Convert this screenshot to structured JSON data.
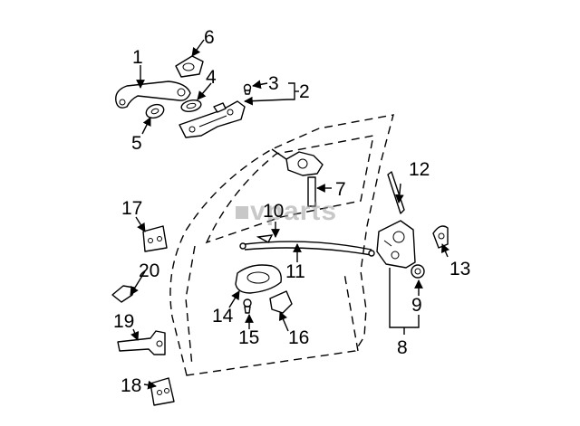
{
  "diagram": {
    "watermark": "vparts",
    "callouts": [
      {
        "id": "1",
        "label": "1"
      },
      {
        "id": "2",
        "label": "2"
      },
      {
        "id": "3",
        "label": "3"
      },
      {
        "id": "4",
        "label": "4"
      },
      {
        "id": "5",
        "label": "5"
      },
      {
        "id": "6",
        "label": "6"
      },
      {
        "id": "7",
        "label": "7"
      },
      {
        "id": "8",
        "label": "8"
      },
      {
        "id": "9",
        "label": "9"
      },
      {
        "id": "10",
        "label": "10"
      },
      {
        "id": "11",
        "label": "11"
      },
      {
        "id": "12",
        "label": "12"
      },
      {
        "id": "13",
        "label": "13"
      },
      {
        "id": "14",
        "label": "14"
      },
      {
        "id": "15",
        "label": "15"
      },
      {
        "id": "16",
        "label": "16"
      },
      {
        "id": "17",
        "label": "17"
      },
      {
        "id": "18",
        "label": "18"
      },
      {
        "id": "19",
        "label": "19"
      },
      {
        "id": "20",
        "label": "20"
      }
    ]
  }
}
